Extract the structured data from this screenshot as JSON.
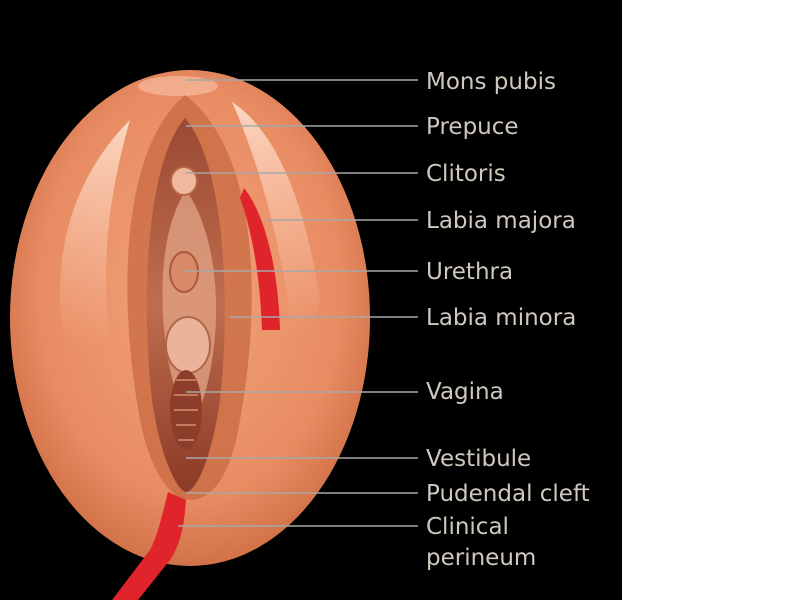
{
  "colors": {
    "background": "#000000",
    "label_text": "#cfc8bf",
    "leader_line": "#a7a7a7",
    "skin": "#e9916b",
    "skin_shadow": "#b65b3b",
    "inner": "#b05a3f",
    "red": "#e0242c"
  },
  "labels": [
    {
      "text": "Mons pubis"
    },
    {
      "text": "Prepuce"
    },
    {
      "text": "Clitoris"
    },
    {
      "text": "Labia majora"
    },
    {
      "text": "Urethra"
    },
    {
      "text": "Labia minora"
    },
    {
      "text": "Vagina"
    },
    {
      "text": "Vestibule"
    },
    {
      "text": "Pudendal cleft"
    },
    {
      "text": "Clinical"
    },
    {
      "text": "perineum"
    }
  ]
}
